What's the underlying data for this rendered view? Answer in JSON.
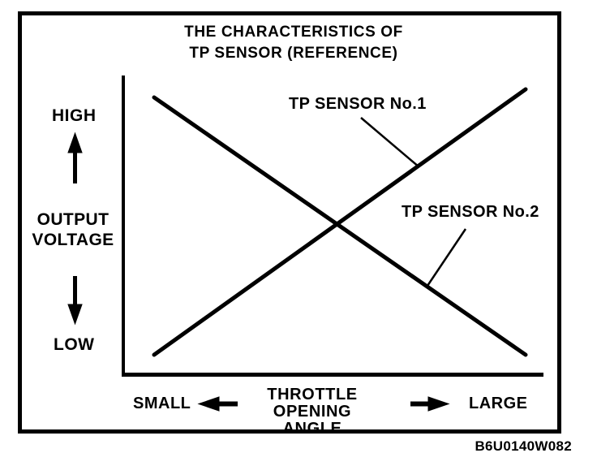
{
  "figure": {
    "title": {
      "line1": "THE CHARACTERISTICS OF",
      "line2": "TP SENSOR (REFERENCE)"
    },
    "y_axis": {
      "high": "HIGH",
      "label_line1": "OUTPUT",
      "label_line2": "VOLTAGE",
      "low": "LOW"
    },
    "x_axis": {
      "small": "SMALL",
      "label_line1": "THROTTLE",
      "label_line2": "OPENING ANGLE",
      "large": "LARGE"
    },
    "series": {
      "sensor1_label": "TP SENSOR No.1",
      "sensor2_label": "TP SENSOR No.2"
    },
    "reference_code": "B6U0140W082",
    "icons": {
      "up_arrow": "up-arrow",
      "down_arrow": "down-arrow",
      "left_arrow": "left-arrow",
      "right_arrow": "right-arrow"
    },
    "colors": {
      "ink": "#000000",
      "paper": "#ffffff"
    }
  },
  "chart_data": {
    "type": "line",
    "title": "THE CHARACTERISTICS OF TP SENSOR (REFERENCE)",
    "xlabel": "THROTTLE OPENING ANGLE",
    "ylabel": "OUTPUT VOLTAGE",
    "x_range_labels": [
      "SMALL",
      "LARGE"
    ],
    "y_range_labels": [
      "LOW",
      "HIGH"
    ],
    "x": [
      0,
      1
    ],
    "series": [
      {
        "name": "TP SENSOR No.1",
        "values": [
          0.08,
          1.0
        ],
        "trend": "rising - output voltage increases from LOW to HIGH as throttle opening angle goes from SMALL to LARGE"
      },
      {
        "name": "TP SENSOR No.2",
        "values": [
          1.0,
          0.08
        ],
        "trend": "falling - output voltage decreases from HIGH to LOW as throttle opening angle goes from SMALL to LARGE"
      }
    ],
    "intersection": "the two characteristic lines cross near the middle of the plot",
    "grid": false,
    "legend_position": "inline labels with leader lines pointing to each line",
    "axes": "qualitative, no numeric tick marks"
  }
}
